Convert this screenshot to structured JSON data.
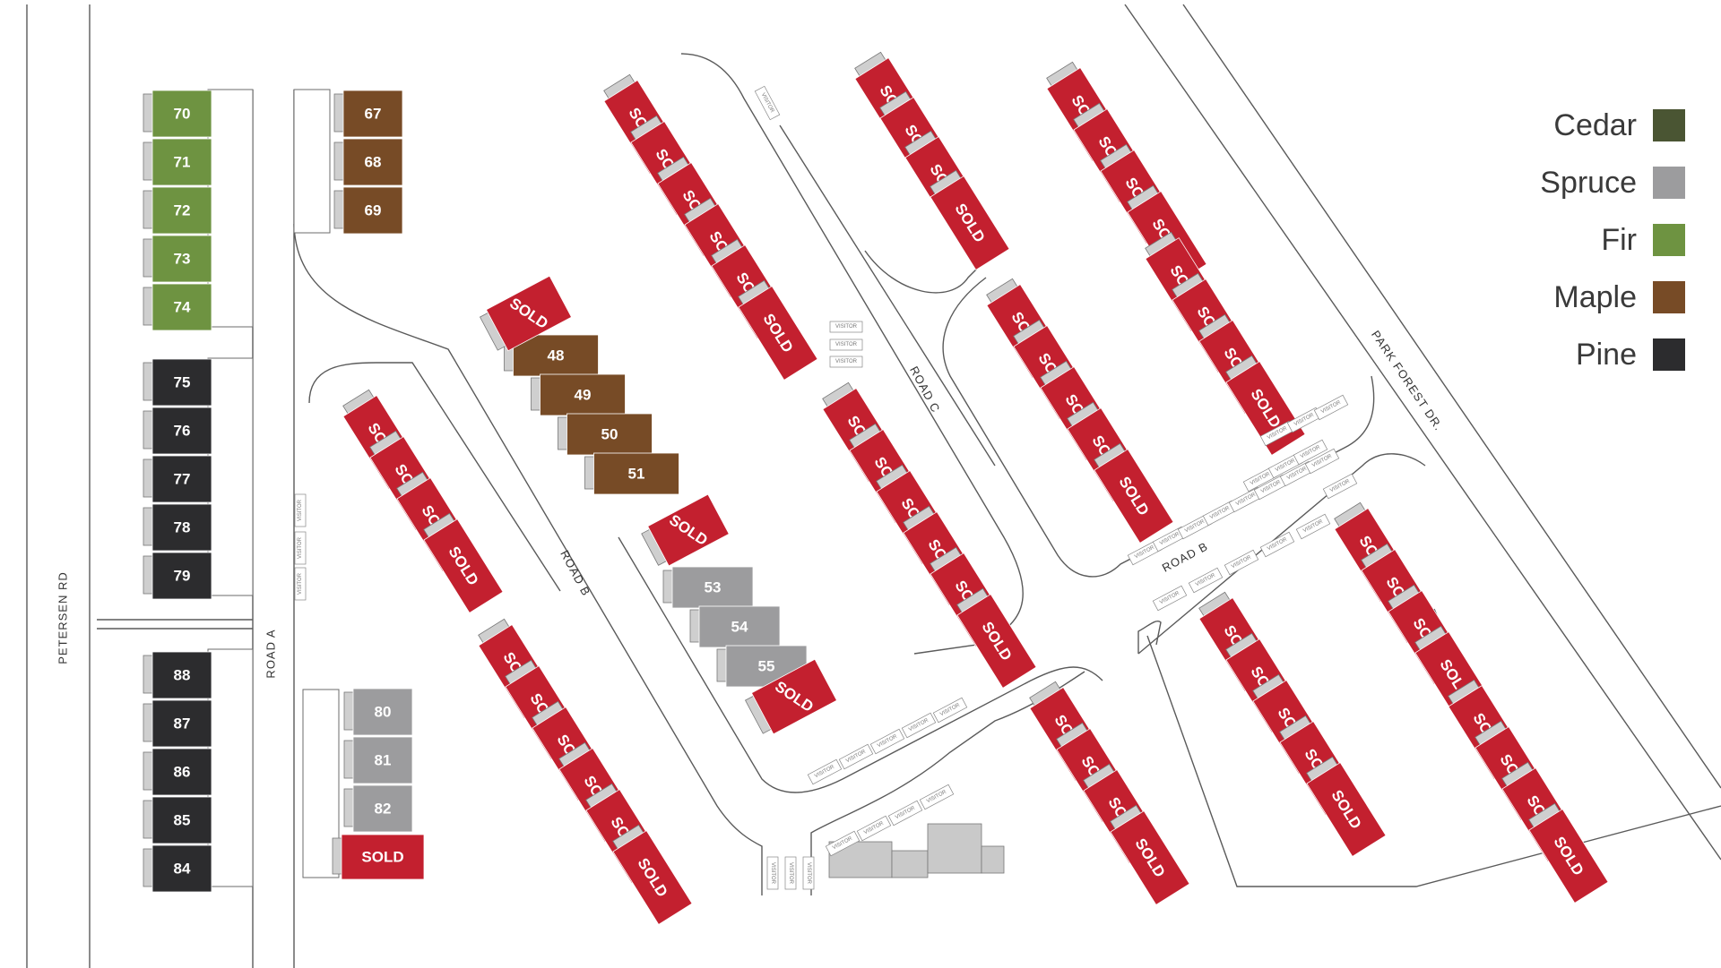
{
  "colors": {
    "cedar": "#4a5533",
    "spruce": "#9c9c9e",
    "fir": "#6e9341",
    "maple": "#774b26",
    "pine": "#2c2c2e",
    "sold": "#c3202f"
  },
  "legend": [
    {
      "label": "Cedar",
      "color": "#4a5533"
    },
    {
      "label": "Spruce",
      "color": "#9c9c9e"
    },
    {
      "label": "Fir",
      "color": "#6e9341"
    },
    {
      "label": "Maple",
      "color": "#774b26"
    },
    {
      "label": "Pine",
      "color": "#2c2c2e"
    }
  ],
  "roads": {
    "petersen": "PETERSEN RD",
    "road_a": "ROAD A",
    "road_b": "ROAD B",
    "road_c": "ROAD C",
    "park_forest": "PARK FOREST DR."
  },
  "visitor_label": "VISITOR",
  "sold_label": "SOLD",
  "units": {
    "fir_column": [
      "70",
      "71",
      "72",
      "73",
      "74"
    ],
    "pine_upper": [
      "75",
      "76",
      "77",
      "78",
      "79"
    ],
    "pine_lower": [
      "88",
      "87",
      "86",
      "85",
      "84"
    ],
    "maple_top": [
      "67",
      "68",
      "69"
    ],
    "spruce_lower": [
      "80",
      "81",
      "82"
    ],
    "maple_mid": [
      "48",
      "49",
      "50",
      "51"
    ],
    "spruce_mid": [
      "53",
      "54",
      "55"
    ]
  }
}
